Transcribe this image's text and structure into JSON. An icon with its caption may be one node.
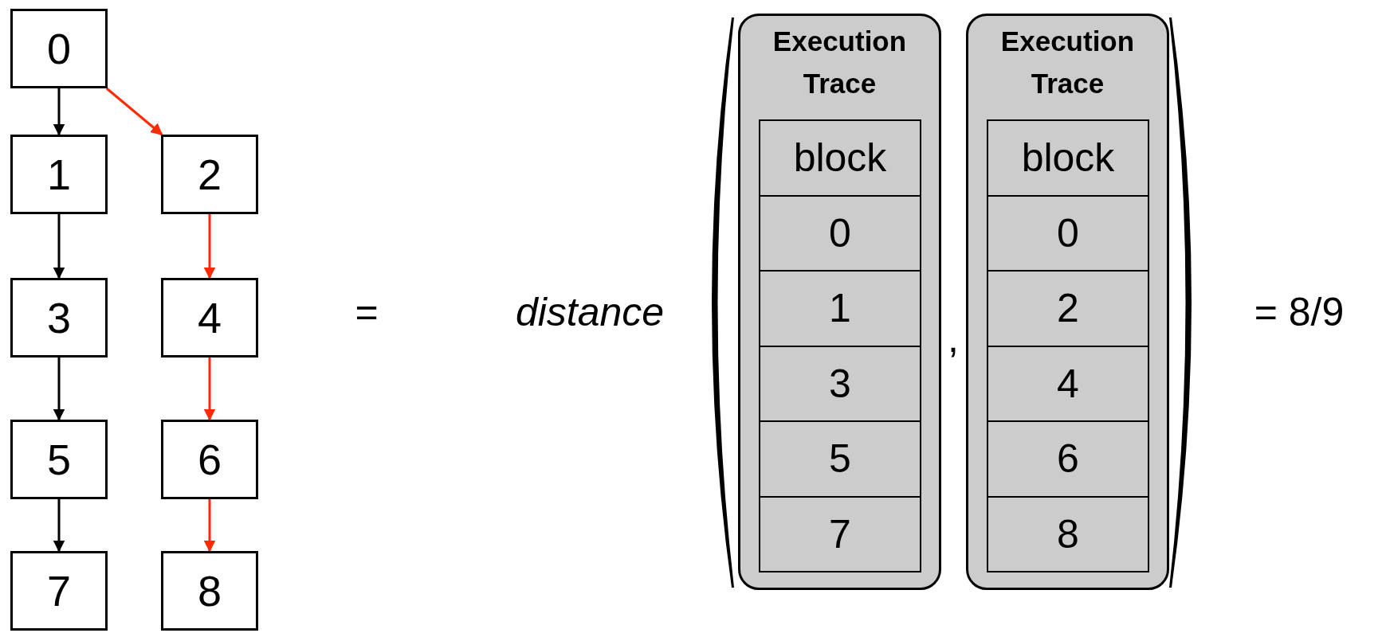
{
  "diagram": {
    "nodes": [
      {
        "text": [
          "0"
        ]
      },
      {
        "text": [
          "1"
        ]
      },
      {
        "text": [
          "2"
        ]
      },
      {
        "text": [
          "3"
        ]
      },
      {
        "text": [
          "4"
        ]
      },
      {
        "text": [
          "5"
        ]
      },
      {
        "text": [
          "6"
        ]
      },
      {
        "text": [
          "7"
        ]
      },
      {
        "text": [
          "8"
        ]
      },
      {
        "text": [
          "Execution Trace"
        ]
      },
      {
        "text": [
          "block"
        ],
        "in": 9
      },
      {
        "text": [
          "0"
        ],
        "in": 9
      },
      {
        "text": [
          "1"
        ],
        "in": 9
      },
      {
        "text": [
          "3"
        ],
        "in": 9
      },
      {
        "text": [
          "5"
        ],
        "in": 9
      },
      {
        "text": [
          "7"
        ],
        "in": 9
      },
      {
        "text": [
          "Execution Trace"
        ]
      },
      {
        "text": [
          "block"
        ],
        "in": 16
      },
      {
        "text": [
          "0"
        ],
        "in": 16
      },
      {
        "text": [
          "2"
        ],
        "in": 16
      },
      {
        "text": [
          "4"
        ],
        "in": 16
      },
      {
        "text": [
          "6"
        ],
        "in": 16
      },
      {
        "text": [
          "8"
        ],
        "in": 16
      }
    ],
    "edges": [
      {
        "from": 0,
        "to": 1,
        "arrow": "to"
      },
      {
        "from": 0,
        "to": 2,
        "arrow": "to",
        "color": "#ff2a00"
      },
      {
        "from": 1,
        "to": 3,
        "arrow": "to"
      },
      {
        "from": 2,
        "to": 4,
        "arrow": "to",
        "color": "#ff2a00"
      },
      {
        "from": 3,
        "to": 5,
        "arrow": "to"
      },
      {
        "from": 4,
        "to": 6,
        "arrow": "to",
        "color": "#ff2a00"
      },
      {
        "from": 5,
        "to": 7,
        "arrow": "to"
      },
      {
        "from": 6,
        "to": 8,
        "arrow": "to",
        "color": "#ff2a00"
      }
    ],
    "labels": [
      "=",
      "distance",
      ",",
      "= 8/9"
    ]
  }
}
